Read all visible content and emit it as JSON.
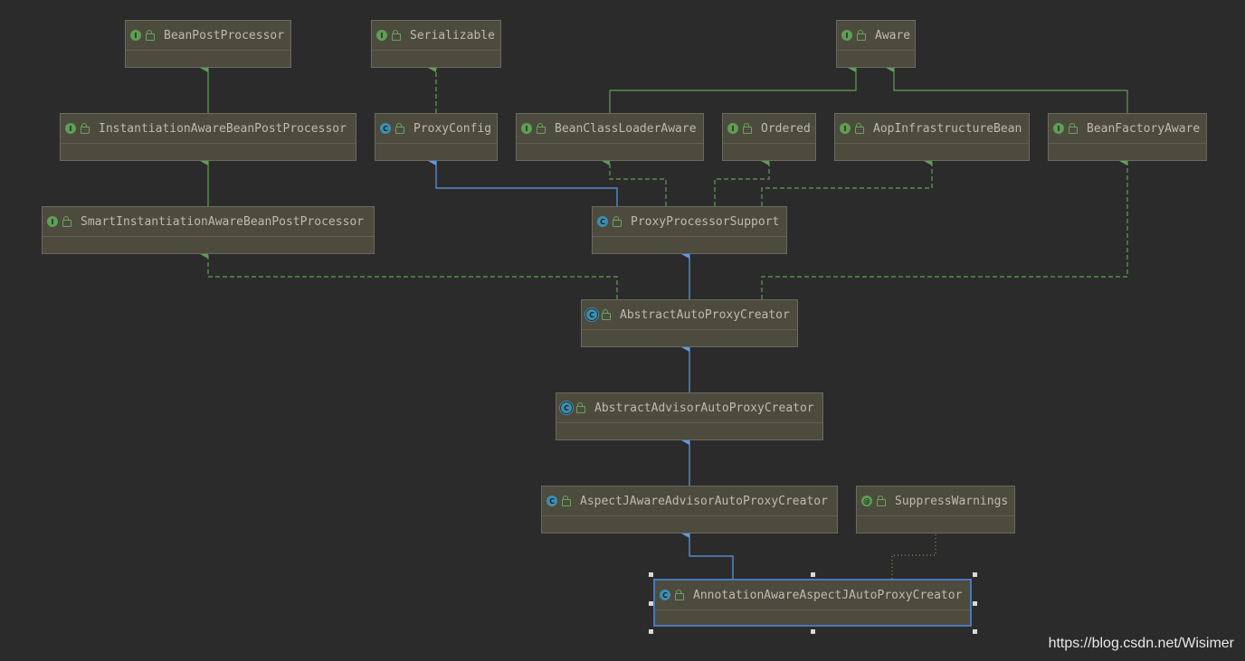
{
  "colors": {
    "background": "#2b2b2b",
    "node_fill": "#4d4b3e",
    "node_border": "#6a6a5e",
    "interface_arrow": "#5f9e55",
    "extends_arrow": "#5b9be8",
    "selected_border": "#4a78b5",
    "text": "#bcbcb0"
  },
  "nodes": [
    {
      "id": "BeanPostProcessor",
      "kind": "interface",
      "badge": "I",
      "label": "BeanPostProcessor"
    },
    {
      "id": "Serializable",
      "kind": "interface",
      "badge": "I",
      "label": "Serializable"
    },
    {
      "id": "Aware",
      "kind": "interface",
      "badge": "I",
      "label": "Aware"
    },
    {
      "id": "InstantiationAwareBeanPostProcessor",
      "kind": "interface",
      "badge": "I",
      "label": "InstantiationAwareBeanPostProcessor"
    },
    {
      "id": "ProxyConfig",
      "kind": "class",
      "badge": "C",
      "label": "ProxyConfig"
    },
    {
      "id": "BeanClassLoaderAware",
      "kind": "interface",
      "badge": "I",
      "label": "BeanClassLoaderAware"
    },
    {
      "id": "Ordered",
      "kind": "interface",
      "badge": "I",
      "label": "Ordered"
    },
    {
      "id": "AopInfrastructureBean",
      "kind": "interface",
      "badge": "I",
      "label": "AopInfrastructureBean"
    },
    {
      "id": "BeanFactoryAware",
      "kind": "interface",
      "badge": "I",
      "label": "BeanFactoryAware"
    },
    {
      "id": "SmartInstantiationAwareBeanPostProcessor",
      "kind": "interface",
      "badge": "I",
      "label": "SmartInstantiationAwareBeanPostProcessor"
    },
    {
      "id": "ProxyProcessorSupport",
      "kind": "class",
      "badge": "C",
      "label": "ProxyProcessorSupport"
    },
    {
      "id": "AbstractAutoProxyCreator",
      "kind": "abstract",
      "badge": "C",
      "label": "AbstractAutoProxyCreator"
    },
    {
      "id": "AbstractAdvisorAutoProxyCreator",
      "kind": "abstract",
      "badge": "C",
      "label": "AbstractAdvisorAutoProxyCreator"
    },
    {
      "id": "AspectJAwareAdvisorAutoProxyCreator",
      "kind": "class",
      "badge": "C",
      "label": "AspectJAwareAdvisorAutoProxyCreator"
    },
    {
      "id": "SuppressWarnings",
      "kind": "annotation",
      "badge": "@",
      "label": "SuppressWarnings"
    },
    {
      "id": "AnnotationAwareAspectJAutoProxyCreator",
      "kind": "class",
      "badge": "C",
      "label": "AnnotationAwareAspectJAutoProxyCreator",
      "selected": true
    }
  ],
  "edges": [
    {
      "from": "InstantiationAwareBeanPostProcessor",
      "to": "BeanPostProcessor",
      "type": "extends-interface"
    },
    {
      "from": "SmartInstantiationAwareBeanPostProcessor",
      "to": "InstantiationAwareBeanPostProcessor",
      "type": "extends-interface"
    },
    {
      "from": "ProxyConfig",
      "to": "Serializable",
      "type": "implements"
    },
    {
      "from": "BeanClassLoaderAware",
      "to": "Aware",
      "type": "extends-interface"
    },
    {
      "from": "BeanFactoryAware",
      "to": "Aware",
      "type": "extends-interface"
    },
    {
      "from": "ProxyProcessorSupport",
      "to": "ProxyConfig",
      "type": "extends-class"
    },
    {
      "from": "ProxyProcessorSupport",
      "to": "BeanClassLoaderAware",
      "type": "implements"
    },
    {
      "from": "ProxyProcessorSupport",
      "to": "Ordered",
      "type": "implements"
    },
    {
      "from": "ProxyProcessorSupport",
      "to": "AopInfrastructureBean",
      "type": "implements"
    },
    {
      "from": "AbstractAutoProxyCreator",
      "to": "ProxyProcessorSupport",
      "type": "extends-class"
    },
    {
      "from": "AbstractAutoProxyCreator",
      "to": "SmartInstantiationAwareBeanPostProcessor",
      "type": "implements"
    },
    {
      "from": "AbstractAutoProxyCreator",
      "to": "BeanFactoryAware",
      "type": "implements"
    },
    {
      "from": "AbstractAdvisorAutoProxyCreator",
      "to": "AbstractAutoProxyCreator",
      "type": "extends-class"
    },
    {
      "from": "AspectJAwareAdvisorAutoProxyCreator",
      "to": "AbstractAdvisorAutoProxyCreator",
      "type": "extends-class"
    },
    {
      "from": "AnnotationAwareAspectJAutoProxyCreator",
      "to": "AspectJAwareAdvisorAutoProxyCreator",
      "type": "extends-class"
    },
    {
      "from": "AnnotationAwareAspectJAutoProxyCreator",
      "to": "SuppressWarnings",
      "type": "annotated"
    }
  ],
  "watermark": "https://blog.csdn.net/Wisimer"
}
